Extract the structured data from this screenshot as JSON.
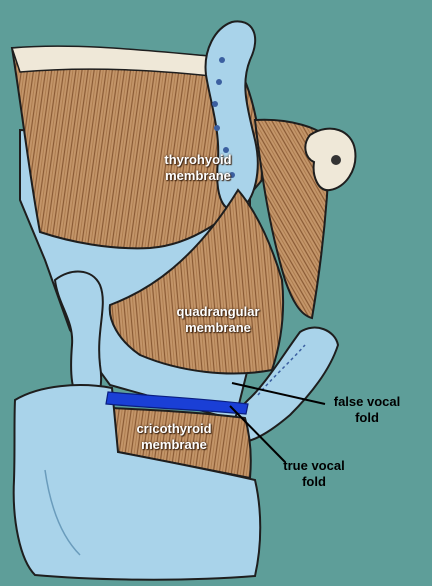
{
  "labels": {
    "thyrohyoid": [
      "thyrohyoid",
      "membrane"
    ],
    "quadrangular": [
      "quadrangular",
      "membrane"
    ],
    "cricothyroid": [
      "cricothyroid",
      "membrane"
    ],
    "false_vocal_fold": [
      "false vocal",
      "fold"
    ],
    "true_vocal_fold": [
      "true vocal",
      "fold"
    ]
  },
  "colors": {
    "background": "#5e9e99",
    "cartilage": "#a9d3ea",
    "membrane": "#c4966a",
    "vocal_ligament": "#1a3fd6",
    "outline": "#1e1e1e"
  }
}
